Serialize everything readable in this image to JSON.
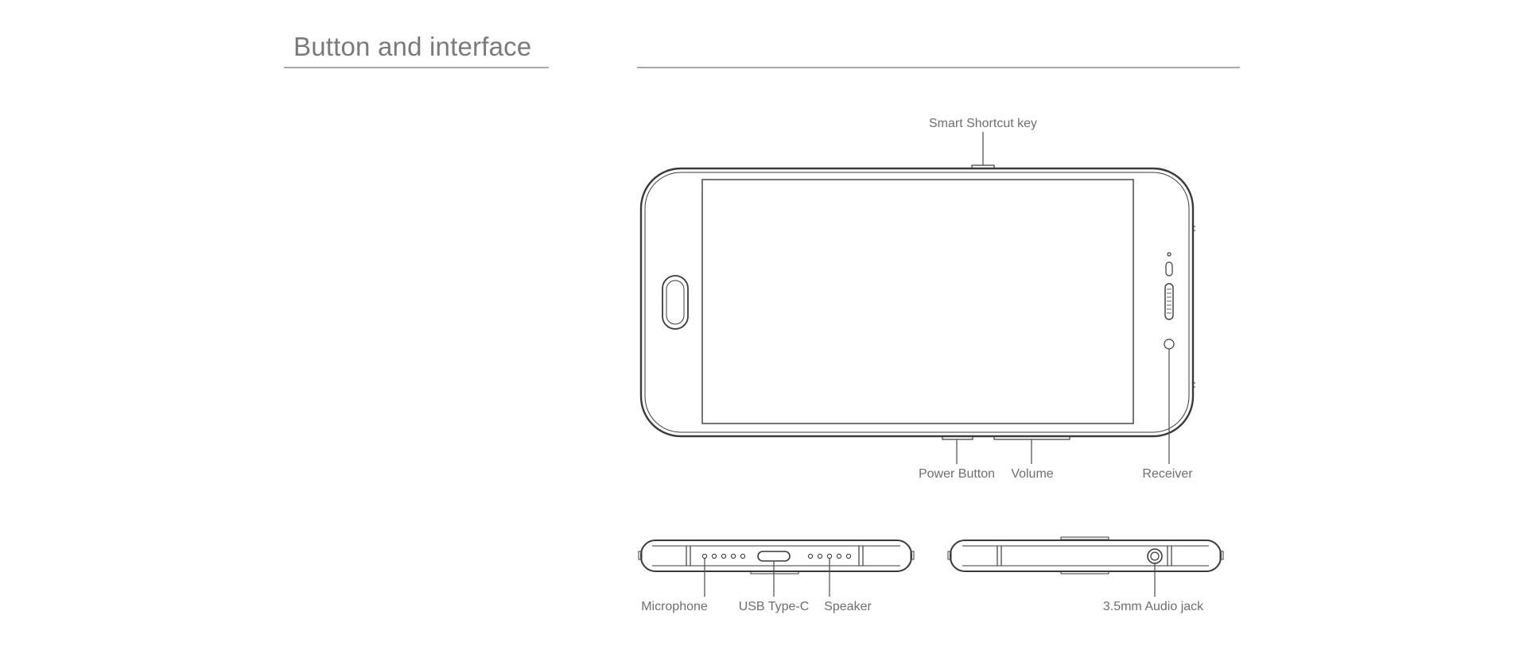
{
  "section": {
    "title": "Button and interface"
  },
  "callouts": {
    "smart_shortcut_key": "Smart Shortcut key",
    "power_button": "Power Button",
    "volume": "Volume",
    "receiver": "Receiver",
    "microphone": "Microphone",
    "usb_type_c": "USB Type-C",
    "speaker": "Speaker",
    "audio_jack": "3.5mm Audio jack"
  },
  "colors": {
    "line_art": "#3a3a3a",
    "rule": "#a9a9a9",
    "label_text": "#6e6e6e"
  }
}
